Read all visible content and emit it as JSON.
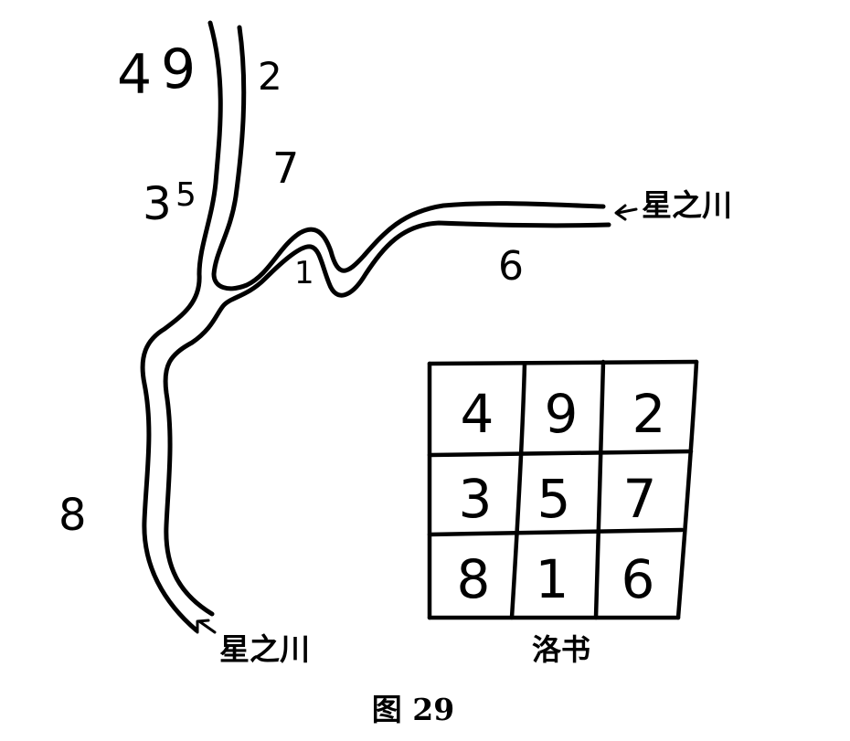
{
  "river_labels": {
    "top": "星之川",
    "bottom": "星之川"
  },
  "map_numbers": {
    "n4": "4",
    "n9": "9",
    "n2": "2",
    "n7": "7",
    "n3": "3",
    "n5": "5",
    "n1": "1",
    "n6": "6",
    "n8": "8"
  },
  "square": {
    "caption": "洛书",
    "cells": [
      [
        "4",
        "9",
        "2"
      ],
      [
        "3",
        "5",
        "7"
      ],
      [
        "8",
        "1",
        "6"
      ]
    ]
  },
  "figure_caption": "图 29"
}
